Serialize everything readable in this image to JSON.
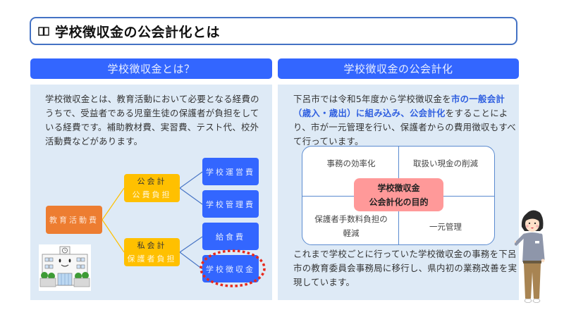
{
  "title": {
    "icon": "open-book-icon",
    "text": "学校徴収金の公会計化とは"
  },
  "left": {
    "header": "学校徴収金とは？",
    "paragraph": "学校徴収金とは、教育活動において必要となる経費のうちで、受益者である児童生徒の保護者が負担をしている経費です。補助教材費、実習費、テスト代、校外活動費などがあります。",
    "diagram": {
      "root": "教育活動費",
      "branches": [
        {
          "line1": "公会計",
          "line2": "公費負担",
          "children": [
            "学校運営費",
            "学校管理費"
          ]
        },
        {
          "line1": "私会計",
          "line2": "保護者負担",
          "children": [
            "給食費",
            "学校徴収金"
          ]
        }
      ],
      "highlighted": "学校徴収金",
      "colors": {
        "root": "#ED7D31",
        "branch": "#FFC000",
        "leaf": "#3366FF",
        "highlight_ring": "#E8291C"
      }
    },
    "illustration": "school-building-illustration"
  },
  "right": {
    "header": "学校徴収金の公会計化",
    "paragraph": {
      "part1": "下呂市では令和5年度から学校徴収金を",
      "highlight1": "市の一般会計（歳入・歳出）に組み込み、公会計化",
      "part2": "をすることにより、市が一元管理を行い、保護者からの費用徴収もすべて行っています。"
    },
    "quadrant": {
      "center_line1": "学校徴収金",
      "center_line2": "公会計化の目的",
      "top_left": "事務の効率化",
      "top_right": "取扱い現金の削減",
      "bottom_left_line1": "保護者手数料負担の",
      "bottom_left_line2": "軽減",
      "bottom_right": "一元管理"
    },
    "paragraph2": "これまで学校ごとに行っていた学校徴収金の事務を下呂市の教育委員会事務局に移行し、県内初の業務改善を実現しています。",
    "illustration": "staff-woman-pointing-illustration"
  },
  "colors": {
    "header_bg": "#3366FF",
    "panel_bg": "#DEEAF6",
    "title_border": "#4472C4",
    "highlight_text": "#2F5FE0",
    "purpose_bg": "#FF9999"
  }
}
